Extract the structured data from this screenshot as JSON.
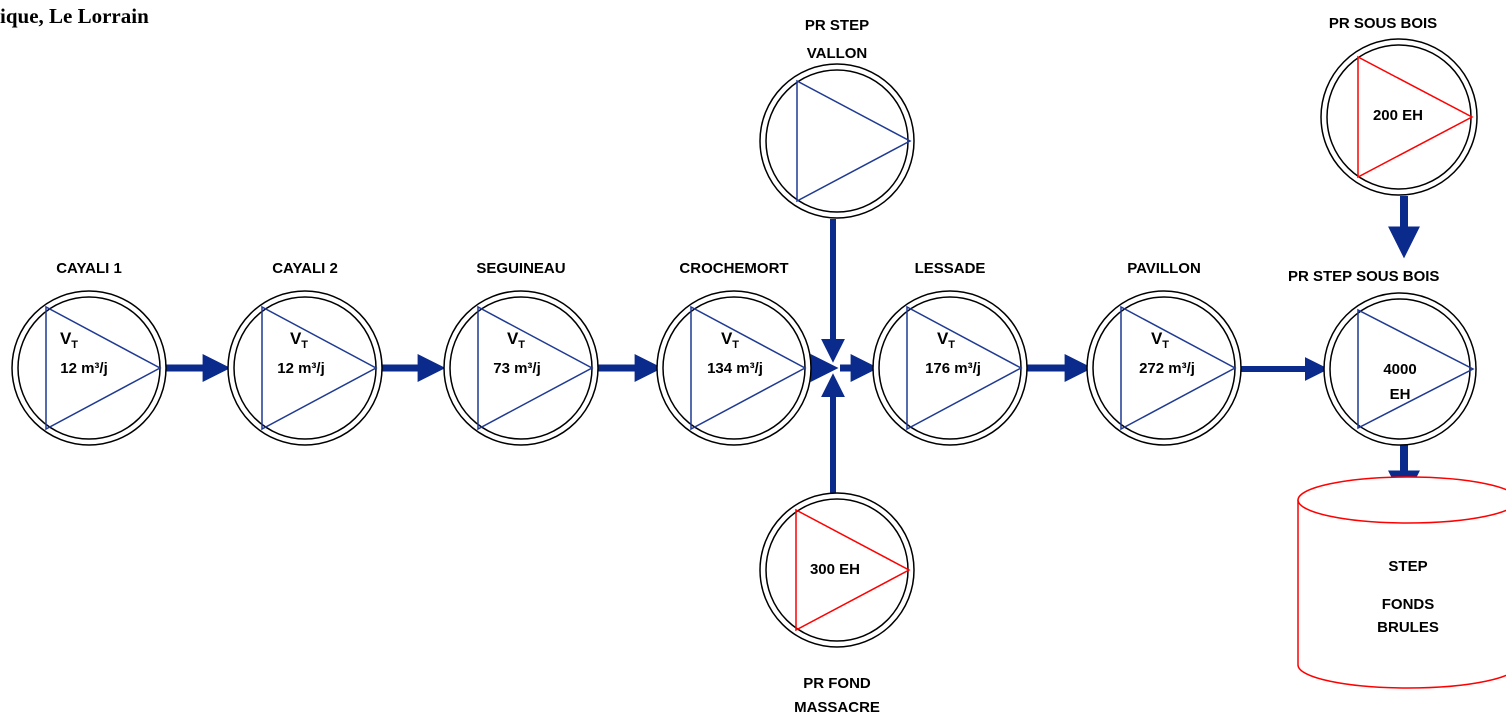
{
  "title": "ique, Le Lorrain",
  "colors": {
    "blue_line": "#1f3a93",
    "red_line": "#ff0000",
    "arrow": "#0a2a8c",
    "circle": "#000000"
  },
  "stations": [
    {
      "id": "cayali-1",
      "name": "CAYALI 1",
      "vt": "V",
      "vt_sub": "T",
      "flow": "12 m³/j",
      "color": "blue"
    },
    {
      "id": "cayali-2",
      "name": "CAYALI 2",
      "vt": "V",
      "vt_sub": "T",
      "flow": "12 m³/j",
      "color": "blue"
    },
    {
      "id": "seguineau",
      "name": "SEGUINEAU",
      "vt": "V",
      "vt_sub": "T",
      "flow": "73 m³/j",
      "color": "blue"
    },
    {
      "id": "crochemort",
      "name": "CROCHEMORT",
      "vt": "V",
      "vt_sub": "T",
      "flow": "134 m³/j",
      "color": "blue"
    },
    {
      "id": "lessade",
      "name": "LESSADE",
      "vt": "V",
      "vt_sub": "T",
      "flow": "176 m³/j",
      "color": "blue"
    },
    {
      "id": "pavillon",
      "name": "PAVILLON",
      "vt": "V",
      "vt_sub": "T",
      "flow": "272 m³/j",
      "color": "blue"
    }
  ],
  "pr_step_vallon": {
    "name_line1": "PR STEP",
    "name_line2": "VALLON"
  },
  "pr_fond_massacre": {
    "name_line1": "PR FOND",
    "name_line2": "MASSACRE",
    "capacity": "300 EH"
  },
  "pr_sous_bois": {
    "name": "PR SOUS BOIS",
    "capacity": "200 EH"
  },
  "pr_step_sous_bois": {
    "name": "PR STEP SOUS BOIS",
    "capacity_line1": "4000",
    "capacity_line2": "EH"
  },
  "step": {
    "line1": "STEP",
    "line2": "FONDS",
    "line3": "BRULES"
  }
}
